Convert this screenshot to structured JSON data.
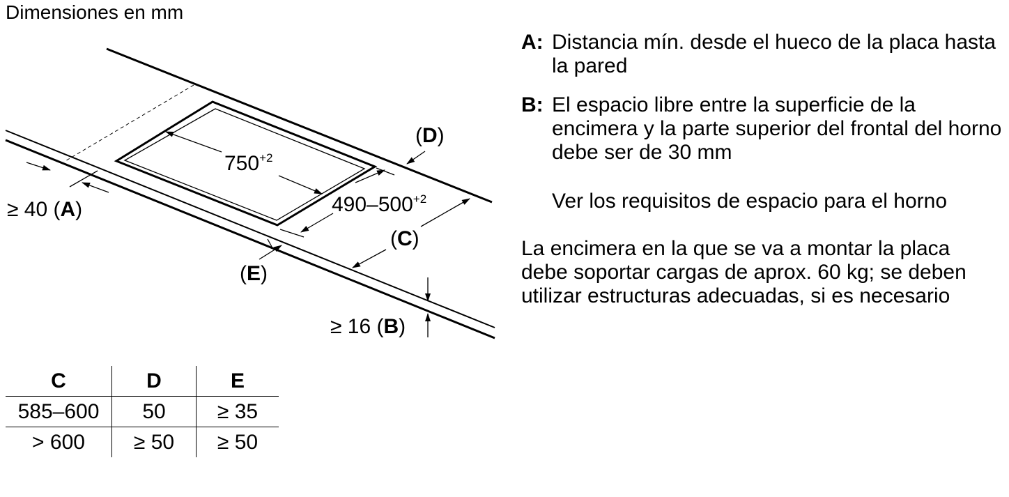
{
  "title": "Dimensiones en mm",
  "labels": {
    "width": "750",
    "width_tol": "+2",
    "depth": "490–500",
    "depth_tol": "+2",
    "D": "D",
    "C": "C",
    "E": "E",
    "A_prefix": "≥ 40 (",
    "A_letter": "A",
    "B_prefix": "≥ 16 (",
    "B_letter": "B",
    "open_paren": "(",
    "close_paren": ")"
  },
  "table": {
    "headers": [
      "C",
      "D",
      "E"
    ],
    "rows": [
      [
        "585–600",
        "50",
        "≥ 35"
      ],
      [
        "> 600",
        "≥ 50",
        "≥ 50"
      ]
    ]
  },
  "notes": [
    {
      "key": "A:",
      "text": "Distancia mín. desde el hueco de la placa hasta la pared"
    },
    {
      "key": "B:",
      "text": "El espacio libre entre la superficie de la encimera y la parte superior del frontal del horno debe ser de 30 mm"
    },
    {
      "key": "",
      "text": "Ver los requisitos de espacio para el horno"
    }
  ],
  "paragraph": "La encimera en la que se va a montar la placa debe soportar cargas de aprox. 60 kg; se deben utilizar estructuras adecuadas, si es necesario"
}
